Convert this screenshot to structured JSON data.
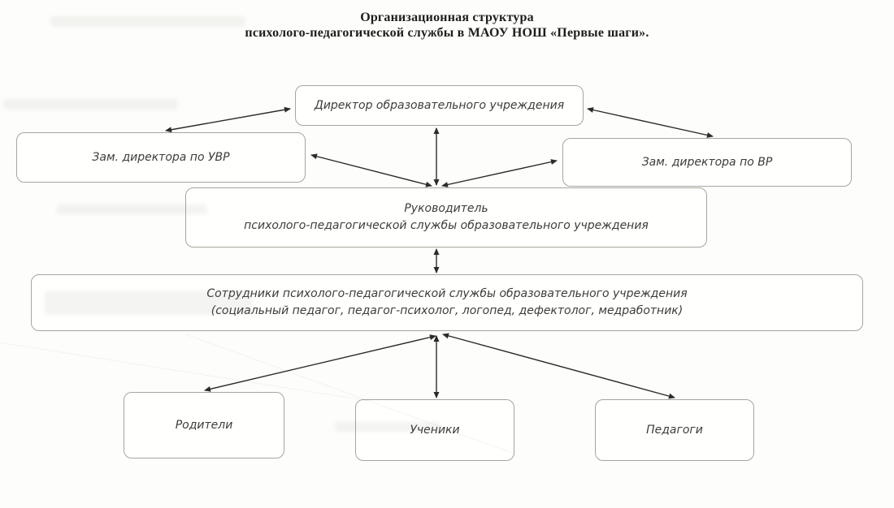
{
  "title": {
    "line1": "Организационная структура",
    "line2": "психолого-педагогической службы в МАОУ НОШ «Первые шаги»."
  },
  "nodes": {
    "director": {
      "label": "Директор образовательного учреждения"
    },
    "deputy_uvr": {
      "label": "Зам. директора по УВР"
    },
    "deputy_vr": {
      "label": "Зам. директора по ВР"
    },
    "head": {
      "line1": "Руководитель",
      "line2": "психолого-педагогической службы образовательного учреждения"
    },
    "staff": {
      "line1": "Сотрудники психолого-педагогической  службы образовательного учреждения",
      "line2": "(социальный педагог, педагог-психолог, логопед, дефектолог, медработник)"
    },
    "parents": {
      "label": "Родители"
    },
    "students": {
      "label": "Ученики"
    },
    "teachers": {
      "label": "Педагоги"
    }
  },
  "edges": [
    {
      "from": "director",
      "to": "deputy_uvr",
      "direction": "both"
    },
    {
      "from": "director",
      "to": "deputy_vr",
      "direction": "both"
    },
    {
      "from": "director",
      "to": "head",
      "direction": "both"
    },
    {
      "from": "deputy_uvr",
      "to": "head",
      "direction": "both"
    },
    {
      "from": "deputy_vr",
      "to": "head",
      "direction": "both"
    },
    {
      "from": "head",
      "to": "staff",
      "direction": "both"
    },
    {
      "from": "staff",
      "to": "parents",
      "direction": "both"
    },
    {
      "from": "staff",
      "to": "students",
      "direction": "both"
    },
    {
      "from": "staff",
      "to": "teachers",
      "direction": "both"
    }
  ],
  "colors": {
    "background": "#fdfdfb",
    "box_border": "#a6a69c",
    "arrow": "#2b2b2b",
    "text": "#3c3c3a",
    "title_text": "#1e1e1c"
  }
}
